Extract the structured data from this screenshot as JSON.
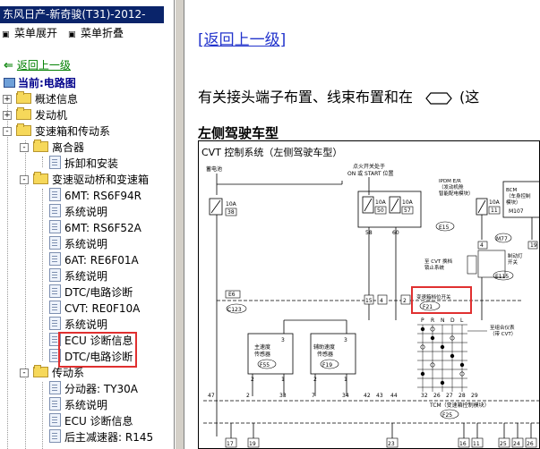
{
  "sidebar": {
    "title": "东风日产-新奇骏(T31)-2012-",
    "expand_all": "菜单展开",
    "collapse_all": "菜单折叠",
    "back": "返回上一级",
    "current": "当前:电路图",
    "items": [
      {
        "label": "概述信息",
        "type": "folder"
      },
      {
        "label": "发动机",
        "type": "folder"
      },
      {
        "label": "变速箱和传动系",
        "type": "folder"
      },
      {
        "label": "离合器",
        "type": "folder"
      },
      {
        "label": "拆卸和安装",
        "type": "doc"
      },
      {
        "label": "变速驱动桥和变速箱",
        "type": "folder"
      },
      {
        "label": "6MT: RS6F94R",
        "type": "doc"
      },
      {
        "label": "系统说明",
        "type": "doc"
      },
      {
        "label": "6MT: RS6F52A",
        "type": "doc"
      },
      {
        "label": "系统说明",
        "type": "doc"
      },
      {
        "label": "6AT: RE6F01A",
        "type": "doc"
      },
      {
        "label": "系统说明",
        "type": "doc"
      },
      {
        "label": "DTC/电路诊断",
        "type": "doc"
      },
      {
        "label": "CVT: RE0F10A",
        "type": "doc"
      },
      {
        "label": "系统说明",
        "type": "doc"
      },
      {
        "label": "ECU 诊断信息",
        "type": "doc"
      },
      {
        "label": "DTC/电路诊断",
        "type": "doc"
      },
      {
        "label": "传动系",
        "type": "folder"
      },
      {
        "label": "分动器: TY30A",
        "type": "doc"
      },
      {
        "label": "系统说明",
        "type": "doc"
      },
      {
        "label": "ECU 诊断信息",
        "type": "doc"
      },
      {
        "label": "后主减速器: R145",
        "type": "doc"
      }
    ]
  },
  "main": {
    "back_link": "[返回上一级]",
    "intro_text": "有关接头端子布置、线束布置和在",
    "intro_tail": "(这",
    "section_title": "左侧驾驶车型",
    "diagram": {
      "title": "CVT 控制系统（左侧驾驶车型）",
      "battery": "蓄电池",
      "ignition": [
        "点火开关处于",
        "ON 或 START 位置"
      ],
      "fuse1": [
        "10A",
        "38"
      ],
      "fuse2": [
        "10A",
        "50"
      ],
      "fuse3": [
        "10A",
        "57"
      ],
      "fuse4": [
        "10A",
        "11"
      ],
      "ipdm": [
        "IPDM E/R",
        "（发动机舱",
        "智能配电模块）"
      ],
      "ipdm_conn": "E15",
      "bcm": [
        "BCM",
        "（车身控制",
        "模块）"
      ],
      "bcm_conn": "M107",
      "m77": "M77",
      "brake_switch": [
        "制动灯",
        "开关"
      ],
      "brake_conn": "E115",
      "shift_lock": [
        "至 CVT 换档",
        "锁止系统"
      ],
      "e6": "E6",
      "c123": "C123",
      "range_switch": "变速箱档位开关",
      "range_conn": "F21",
      "prnd": [
        "P",
        "R",
        "N",
        "D",
        "L"
      ],
      "pri_sensor": [
        "主速度",
        "传感器"
      ],
      "pri_conn": "F55",
      "sec_sensor": [
        "辅助速度",
        "传感器"
      ],
      "sec_conn": "F19",
      "to_combimeter": [
        "至组合仪表",
        "（带 CVT）"
      ],
      "tcm": "TCM（变速箱控制模块）",
      "tcm_conn": "F25",
      "pins_top": [
        "58",
        "60",
        "2",
        "4",
        "1",
        "19",
        "15",
        "4",
        "3",
        "2",
        "1",
        "3",
        "2",
        "1"
      ],
      "pins_tcm": [
        "47",
        "2",
        "33",
        "7",
        "34",
        "42",
        "43",
        "44",
        "32",
        "26",
        "27",
        "28",
        "29"
      ],
      "pins_bottom": [
        "17",
        "19",
        "23",
        "16",
        "11",
        "25",
        "24",
        "26"
      ]
    }
  },
  "colors": {
    "title_bg": "#0a246a",
    "link_blue": "#2233cc",
    "back_green": "#008000",
    "highlight_red": "#e03030"
  }
}
